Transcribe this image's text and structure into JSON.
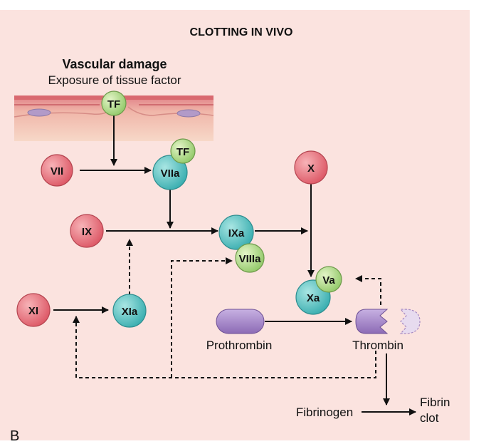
{
  "title": "CLOTTING IN VIVO",
  "subtitle_bold": "Vascular damage",
  "subtitle": "Exposure of tissue factor",
  "panel_letter": "B",
  "colors": {
    "panel_bg": "#fbe3df",
    "vessel_top": "#e79a96",
    "vessel_bottom": "#f2c7b9",
    "red_node": "#e8727b",
    "teal_node": "#5bc3c2",
    "green_node": "#b6dd8f",
    "purple": "#a88ac8",
    "line": "#111111"
  },
  "nodes": {
    "tf_vessel": "TF",
    "vii": "VII",
    "viia": "VIIa",
    "tf_viia": "TF",
    "ix": "IX",
    "ixa": "IXa",
    "viiia": "VIIIa",
    "x": "X",
    "va": "Va",
    "xa": "Xa",
    "xi": "XI",
    "xia": "XIa"
  },
  "labels": {
    "prothrombin": "Prothrombin",
    "thrombin": "Thrombin",
    "fibrinogen": "Fibrinogen",
    "fibrin_line1": "Fibrin",
    "fibrin_line2": "clot"
  }
}
